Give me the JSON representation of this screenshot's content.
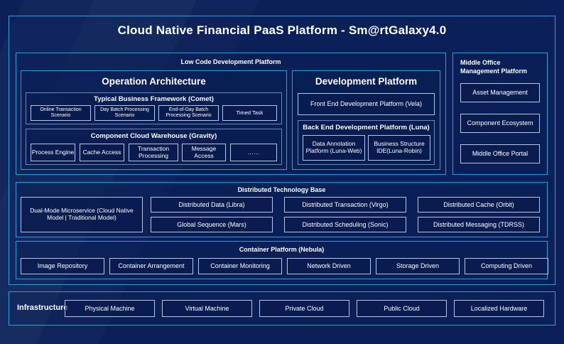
{
  "title": "Cloud Native Financial PaaS Platform - Sm@rtGalaxy4.0",
  "colors": {
    "background": "#0a2057",
    "accent_border": "#2c9fe0",
    "inner_border": "#b9c6e2",
    "text": "#ffffff"
  },
  "low_code": {
    "title": "Low Code Development Platform",
    "operation_architecture": {
      "title": "Operation Architecture",
      "typical_business_framework": {
        "title": "Typical Business Framework (Comet)",
        "items": [
          "Online Transaction Scenario",
          "Day Batch Processing Scenario",
          "End-of-Day Batch Processing Scenario",
          "Timed Task"
        ]
      },
      "component_cloud_warehouse": {
        "title": "Component Cloud Warehouse (Gravity)",
        "items": [
          "Process Engine",
          "Cache Access",
          "Transaction Processing",
          "Message Access",
          "……"
        ]
      }
    },
    "development_platform": {
      "title": "Development Platform",
      "front_end": "Front End Development Platform (Vela)",
      "back_end": {
        "title": "Back End Development Platform (Luna)",
        "items": [
          "Data Annotation Platform (Luna-Web)",
          "Business Structure IDE(Luna-Robin)"
        ]
      }
    }
  },
  "middle_office": {
    "title": "Middle Office Management Platform",
    "items": [
      "Asset Management",
      "Component Ecosystem",
      "Middle Office Portal"
    ]
  },
  "distributed_technology_base": {
    "title": "Distributed Technology Base",
    "highlight": "Dual-Mode Microservice (Cloud Native Model | Traditional Model)",
    "items": [
      "Distributed Data (Libra)",
      "Distributed Transaction (Virgo)",
      "Distributed Cache (Orbit)",
      "Global Sequence (Mars)",
      "Distributed Scheduling (Sonic)",
      "Distributed Messaging (TDRSS)"
    ]
  },
  "container_platform": {
    "title": "Container Platform (Nebula)",
    "items": [
      "Image Repository",
      "Container Arrangement",
      "Container Monitoring",
      "Network Driven",
      "Storage Driven",
      "Computing Driven"
    ]
  },
  "infrastructure": {
    "label": "Infrastructure",
    "items": [
      "Physical Machine",
      "Virtual Machine",
      "Private Cloud",
      "Public Cloud",
      "Localized Hardware"
    ]
  }
}
